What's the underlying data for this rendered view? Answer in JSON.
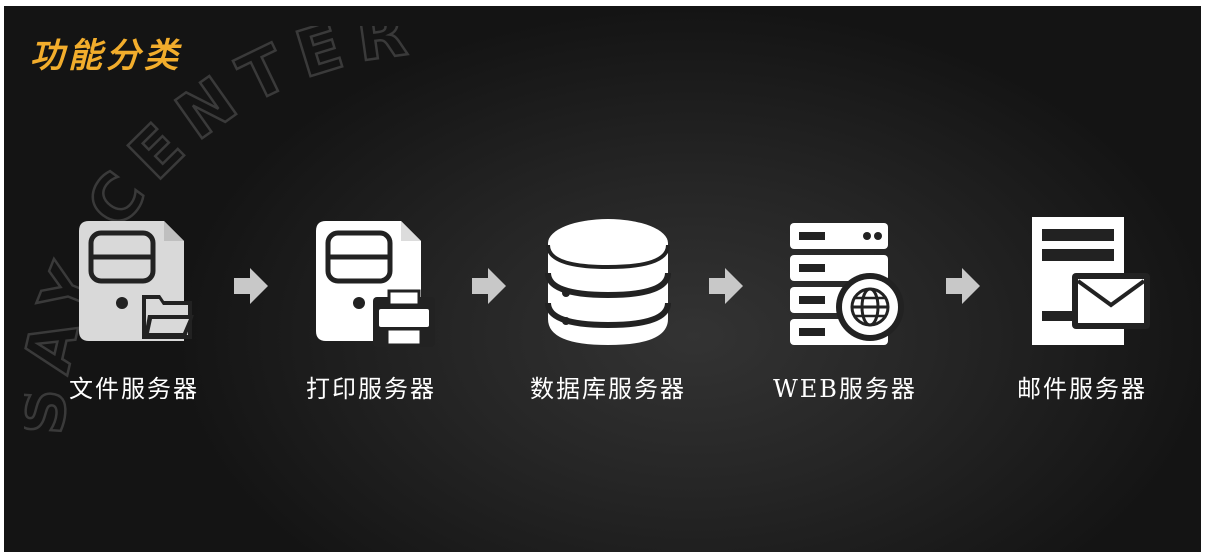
{
  "title": "功能分类",
  "watermark": "SAY CENTER",
  "colors": {
    "accent": "#f2ad2c",
    "icon_light": "#ffffff",
    "icon_gray": "#d9d9d9",
    "arrow": "#c8c8c8"
  },
  "items": [
    {
      "label": "文件服务器",
      "icon": "file-server-icon"
    },
    {
      "label": "打印服务器",
      "icon": "print-server-icon"
    },
    {
      "label": "数据库服务器",
      "icon": "database-icon"
    },
    {
      "label": "WEB服务器",
      "icon": "web-server-icon"
    },
    {
      "label": "邮件服务器",
      "icon": "mail-server-icon"
    }
  ],
  "arrows": [
    {
      "from": "文件服务器",
      "to": "打印服务器"
    },
    {
      "from": "打印服务器",
      "to": "数据库服务器"
    },
    {
      "from": "数据库服务器",
      "to": "WEB服务器"
    },
    {
      "from": "WEB服务器",
      "to": "邮件服务器"
    }
  ]
}
